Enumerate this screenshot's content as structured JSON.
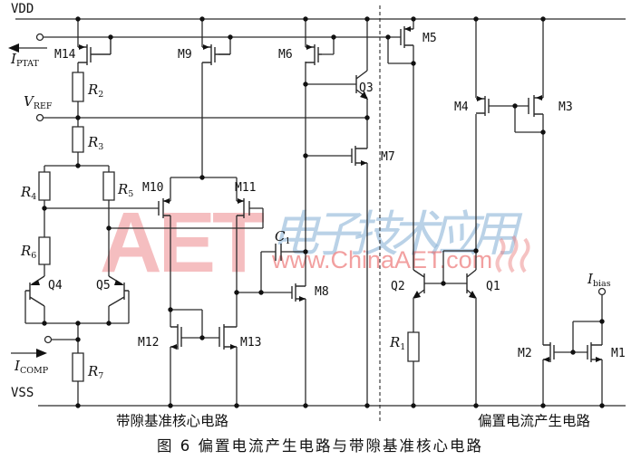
{
  "rails": {
    "vdd": "VDD",
    "vss": "VSS"
  },
  "devices": {
    "m1": "M1",
    "m2": "M2",
    "m3": "M3",
    "m4": "M4",
    "m5": "M5",
    "m6": "M6",
    "m7": "M7",
    "m8": "M8",
    "m9": "M9",
    "m10": "M10",
    "m11": "M11",
    "m12": "M12",
    "m13": "M13",
    "m14": "M14",
    "q1": "Q1",
    "q2": "Q2",
    "q3": "Q3",
    "q4": "Q4",
    "q5": "Q5"
  },
  "passives": {
    "r1": {
      "sym": "R",
      "sub": "1"
    },
    "r2": {
      "sym": "R",
      "sub": "2"
    },
    "r3": {
      "sym": "R",
      "sub": "3"
    },
    "r4": {
      "sym": "R",
      "sub": "4"
    },
    "r5": {
      "sym": "R",
      "sub": "5"
    },
    "r6": {
      "sym": "R",
      "sub": "6"
    },
    "r7": {
      "sym": "R",
      "sub": "7"
    },
    "c1": {
      "sym": "C",
      "sub": "1"
    }
  },
  "terminals": {
    "iptat": {
      "sym": "I",
      "sub": "PTAT"
    },
    "vref": {
      "sym": "V",
      "sub": "REF"
    },
    "icomp": {
      "sym": "I",
      "sub": "COMP"
    },
    "ibias": {
      "sym": "I",
      "sub": "bias"
    }
  },
  "sections": {
    "left": "带隙基准核心电路",
    "right": "偏置电流产生电路"
  },
  "caption": "图 6  偏置电流产生电路与带隙基准核心电路",
  "watermark": {
    "brand": "AET",
    "cjk": "电子技术应用",
    "url": "www.ChinaAET.com",
    "brand_color": "#e96e74",
    "cjk_color": "#8cb4d7",
    "url_color": "#e96060"
  }
}
